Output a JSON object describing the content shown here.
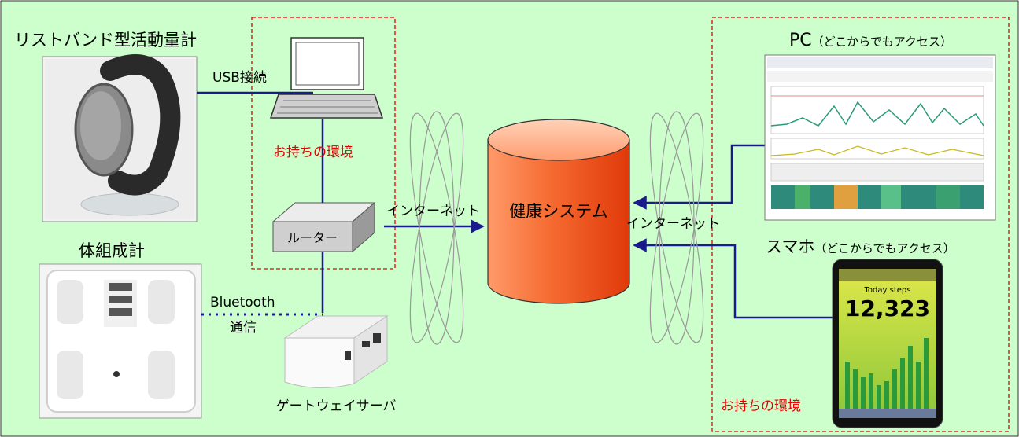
{
  "labels": {
    "wristband": "リストバンド型活動量計",
    "usb": "USB接続",
    "own_env_left": "お持ちの環境",
    "router": "ルーター",
    "internet_left": "インターネット",
    "health_system": "健康システム",
    "internet_right": "インターネット",
    "pc": "PC",
    "pc_note": "（どこからでもアクセス）",
    "smartphone": "スマホ",
    "smartphone_note": "（どこからでもアクセス）",
    "scale": "体組成計",
    "bluetooth": "Bluetooth",
    "communication": "通信",
    "gateway": "ゲートウェイサーバ",
    "own_env_right": "お持ちの環境"
  },
  "phone_screen": {
    "header": "Today steps",
    "steps": "12,323"
  },
  "colors": {
    "background": "#ccffcc",
    "line": "#1a1a8c",
    "red_text": "#e60000",
    "dashed_box": "#e60000",
    "cylinder_top": "#ffb08a",
    "cylinder_body": "#f04a1a"
  }
}
